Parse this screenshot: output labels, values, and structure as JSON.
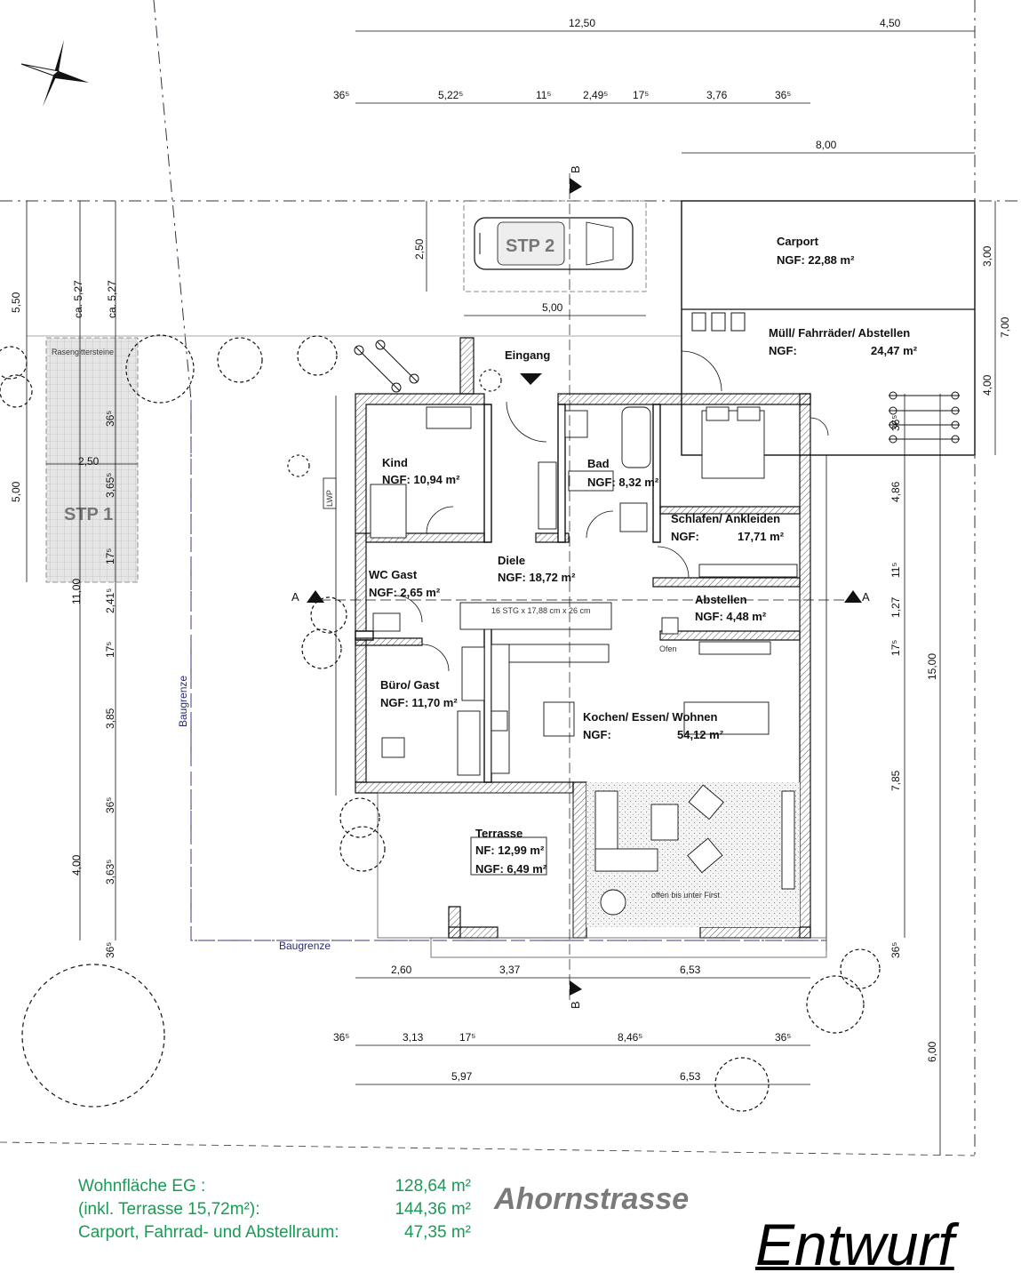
{
  "rooms": {
    "kind": {
      "name": "Kind",
      "area": "NGF: 10,94 m²"
    },
    "bad": {
      "name": "Bad",
      "area": "NGF: 8,32 m²"
    },
    "schlafen": {
      "name": "Schlafen/ Ankleiden",
      "area_label": "NGF:",
      "area": "17,71 m²"
    },
    "wc": {
      "name": "WC Gast",
      "area": "NGF: 2,65 m²"
    },
    "diele": {
      "name": "Diele",
      "area": "NGF: 18,72 m²"
    },
    "abstellen": {
      "name": "Abstellen",
      "area": "NGF: 4,48 m²"
    },
    "buero": {
      "name": "Büro/ Gast",
      "area": "NGF: 11,70 m²"
    },
    "kochen": {
      "name": "Kochen/ Essen/ Wohnen",
      "area_label": "NGF:",
      "area": "54,12 m²"
    },
    "terrasse": {
      "name": "Terrasse",
      "nf": "NF:  12,99 m²",
      "ngf": "NGF: 6,49 m²"
    },
    "carport": {
      "name": "Carport",
      "area": "NGF: 22,88 m²"
    },
    "muell": {
      "name": "Müll/ Fahrräder/ Abstellen",
      "area_label": "NGF:",
      "area": "24,47 m²"
    }
  },
  "labels": {
    "stp1": "STP 1",
    "stp2": "STP 2",
    "eingang": "Eingang",
    "rasengitter": "Rasengittersteine",
    "baugrenze": "Baugrenze",
    "lwp": "LWP",
    "ofen": "Ofen",
    "offen": "offen bis unter First",
    "stair": "16 STG x 17,88 cm x 26 cm",
    "section_a": "A",
    "section_b": "B"
  },
  "dims": {
    "top1": [
      "12,50",
      "4,50"
    ],
    "top2": [
      "36⁵",
      "5,22⁵",
      "11⁵",
      "2,49⁵",
      "17⁵",
      "3,76",
      "36⁵"
    ],
    "top3": "8,00",
    "stp2_w": "5,00",
    "stp2_h": "2,50",
    "bottom1": [
      "2,60",
      "3,37",
      "6,53"
    ],
    "bottom2": [
      "36⁵",
      "3,13",
      "17⁵",
      "8,46⁵",
      "36⁵"
    ],
    "bottom3": [
      "5,97",
      "6,53"
    ],
    "left_outer": [
      "5,50",
      "5,00"
    ],
    "left_ca": [
      "ca. 5,27",
      "ca. 5,27"
    ],
    "left_total": [
      "11,00",
      "4,00"
    ],
    "left_chain": [
      "36⁵",
      "3,65⁵",
      "17⁵",
      "2,41⁵",
      "17⁵",
      "3,85",
      "36⁵",
      "3,63⁵",
      "36⁵"
    ],
    "stp1_w": "2,50",
    "right_outer": [
      "3,00",
      "4,00",
      "7,00",
      "15,00",
      "6,00"
    ],
    "right_chain": [
      "36⁵",
      "4,86",
      "11⁵",
      "1,27",
      "17⁵",
      "7,85",
      "36⁵"
    ]
  },
  "summary": [
    {
      "label": "Wohnfläche EG :",
      "value": "128,64 m²"
    },
    {
      "label": "(inkl. Terrasse 15,72m²):",
      "value": "144,36 m²"
    },
    {
      "label": "Carport, Fahrrad- und Abstellraum:",
      "value": "47,35 m²"
    }
  ],
  "street": "Ahornstrasse",
  "stamp": "Entwurf",
  "colors": {
    "summary_text": "#1a9a55",
    "street_text": "#7a7a7a",
    "baugrenze_line": "#3a3a8a"
  }
}
